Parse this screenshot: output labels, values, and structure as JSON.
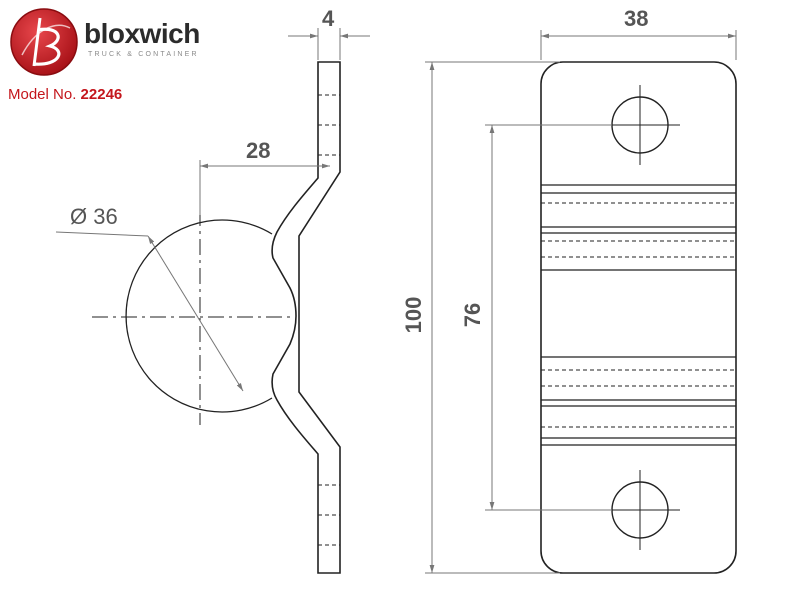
{
  "brand": {
    "name": "bloxwich",
    "tagline": "TRUCK & CONTAINER",
    "logo_color": "#c4161c"
  },
  "model": {
    "label": "Model No.",
    "number": "22246"
  },
  "dimensions": {
    "thickness": "4",
    "width": "38",
    "offset": "28",
    "diameter": "Ø 36",
    "height": "100",
    "hole_spacing": "76"
  }
}
